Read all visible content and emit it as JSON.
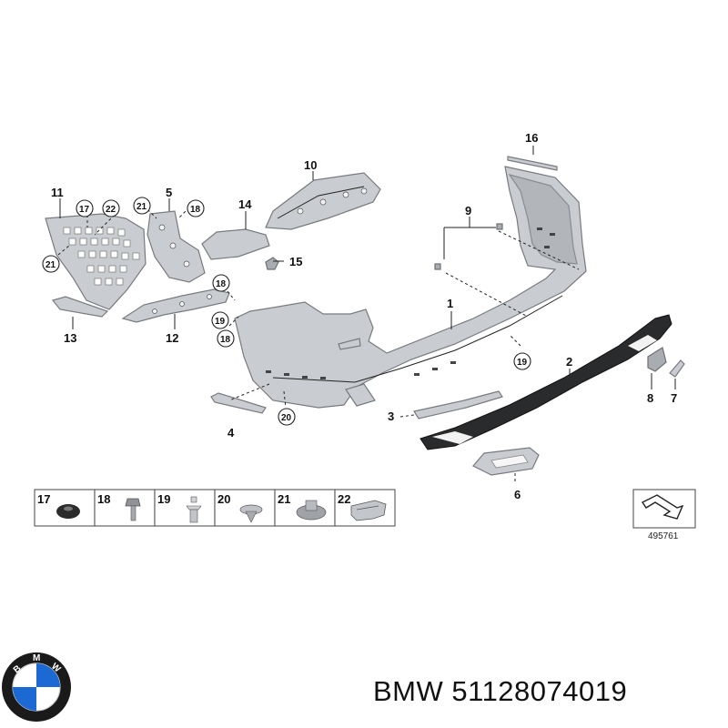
{
  "caption": {
    "brand": "BMW",
    "part_number": "51128074019"
  },
  "logo": {
    "text": "BMW",
    "colors": {
      "blue": "#1c69d4",
      "white": "#ffffff",
      "ring": "#1a1a1a"
    }
  },
  "reference_number": "495761",
  "callouts": {
    "c1": "1",
    "c2": "2",
    "c3": "3",
    "c4": "4",
    "c5": "5",
    "c6": "6",
    "c7": "7",
    "c8": "8",
    "c9": "9",
    "c10": "10",
    "c11": "11",
    "c12": "12",
    "c13": "13",
    "c14": "14",
    "c15": "15",
    "c16": "16"
  },
  "circled": {
    "a17": "17",
    "a22": "22",
    "a21a": "21",
    "a21b": "21",
    "a18a": "18",
    "a18b": "18",
    "a18c": "18",
    "a19a": "19",
    "a19b": "19",
    "a20": "20"
  },
  "fasteners": [
    "17",
    "18",
    "19",
    "20",
    "21",
    "22"
  ]
}
